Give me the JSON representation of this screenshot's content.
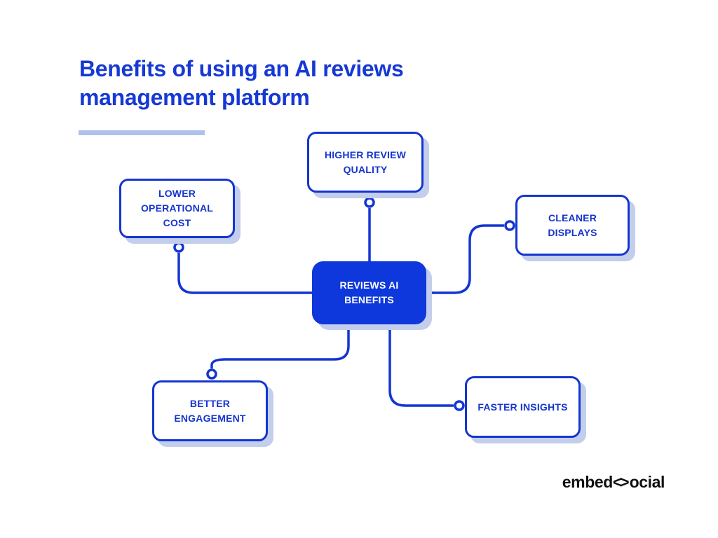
{
  "title": {
    "line1": "Benefits of using an AI reviews",
    "line2": "management platform"
  },
  "diagram": {
    "center": {
      "label": "REVIEWS AI BENEFITS"
    },
    "satellites": [
      {
        "id": "higher-review-quality",
        "label": "HIGHER REVIEW QUALITY",
        "position": "top"
      },
      {
        "id": "lower-operational-cost",
        "label": "LOWER OPERATIONAL COST",
        "position": "left"
      },
      {
        "id": "cleaner-displays",
        "label": "CLEANER DISPLAYS",
        "position": "right"
      },
      {
        "id": "better-engagement",
        "label": "BETTER ENGAGEMENT",
        "position": "bottom-left"
      },
      {
        "id": "faster-insights",
        "label": "FASTER INSIGHTS",
        "position": "bottom-right"
      }
    ]
  },
  "logo": {
    "word_start": "embed",
    "mark_glyph": "<>",
    "word_end": "ocial"
  },
  "colors": {
    "accent_blue": "#1435D1",
    "center_fill_blue": "#0E38DB",
    "label_blue": "#1535CE",
    "title_blue": "#1639D4",
    "shadow_lavender": "#C3CEEC",
    "underline_bar": "#AEC2E9",
    "logo_black": "#101010",
    "background": "#FFFFFF"
  }
}
